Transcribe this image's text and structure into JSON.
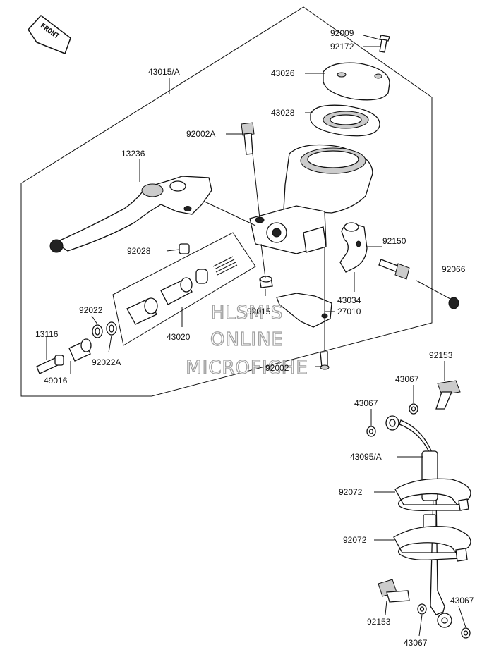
{
  "diagram": {
    "front_badge": "FRONT",
    "watermark": {
      "line1": "HLSM'S",
      "line2": "ONLINE",
      "line3": "MICROFICHE"
    },
    "labels": {
      "p92009": "92009",
      "p92172": "92172",
      "p43015": "43015/A",
      "p43026": "43026",
      "p43028": "43028",
      "p92002A": "92002A",
      "p13236": "13236",
      "p92028": "92028",
      "p92150": "92150",
      "p92066": "92066",
      "p43034": "43034",
      "p27010": "27010",
      "p92015": "92015",
      "p92022": "92022",
      "p43020": "43020",
      "p13116": "13116",
      "p92022A": "92022A",
      "p49016": "49016",
      "p92002": "92002",
      "p92153a": "92153",
      "p43067a": "43067",
      "p43067b": "43067",
      "p43095": "43095/A",
      "p92072a": "92072",
      "p92072b": "92072",
      "p43067c": "43067",
      "p92153b": "92153",
      "p43067d": "43067"
    }
  }
}
